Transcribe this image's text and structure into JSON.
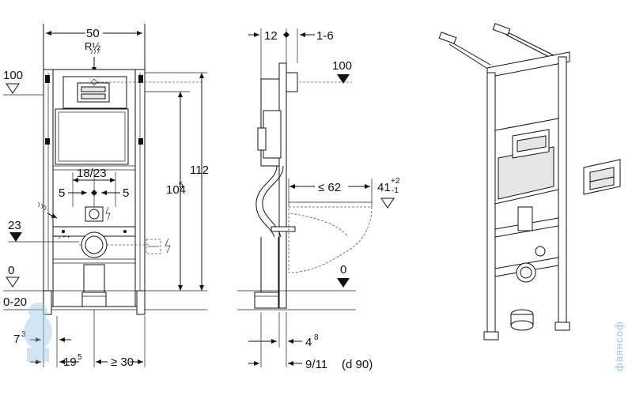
{
  "front_view": {
    "dim_width": "50",
    "dim_pipe": "R½",
    "dim_height_top": "100",
    "dim_frame_height": "112",
    "dim_flush_height": "104",
    "dim_flush_height_sup": "5",
    "dim_pan_spacing": "18/23",
    "dim_left_5": "5",
    "dim_right_5": "5",
    "dim_level_23": "23",
    "dim_floor": "0",
    "dim_floor_range": "0-20",
    "dim_foot": "7",
    "dim_foot_sup": "3",
    "dim_offset": "19",
    "dim_offset_sup": "5",
    "dim_min_wall": "≥ 30"
  },
  "side_view": {
    "dim_depth_top": "12",
    "dim_depth_range": "1-6",
    "dim_level_100": "100",
    "dim_bowl_depth": "≤ 62",
    "dim_seat_height": "41",
    "dim_seat_tol_plus": "+2",
    "dim_seat_tol_minus": "-1",
    "dim_floor": "0",
    "dim_bottom_4": "4",
    "dim_bottom_4_sup": "8",
    "dim_drain": "9/11",
    "dim_drain_note": "(d 90)"
  },
  "watermark": "фаянсоф"
}
